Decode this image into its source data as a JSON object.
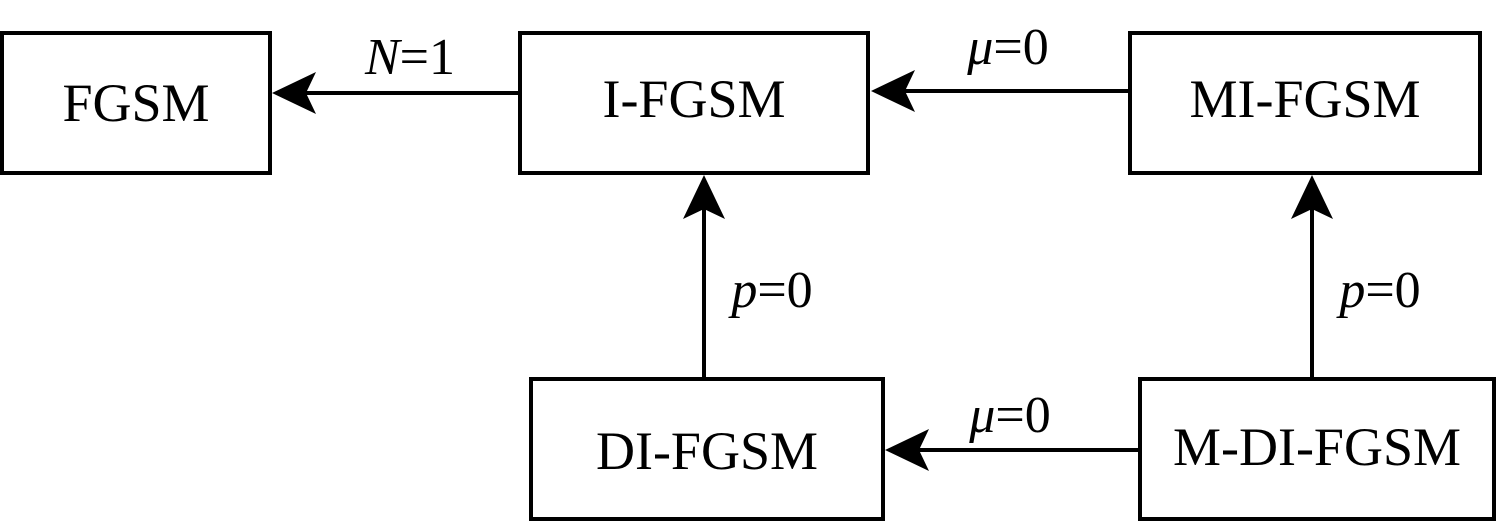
{
  "nodes": {
    "fgsm": "FGSM",
    "i_fgsm": "I-FGSM",
    "mi_fgsm": "MI-FGSM",
    "di_fgsm": "DI-FGSM",
    "m_di_fgsm": "M-DI-FGSM"
  },
  "edges": {
    "i_to_fgsm": {
      "var": "N",
      "rest": "=1"
    },
    "mi_to_i": {
      "var": "μ",
      "rest": "=0"
    },
    "di_to_i": {
      "var": "p",
      "rest": "=0"
    },
    "mdi_to_mi": {
      "var": "p",
      "rest": "=0"
    },
    "mdi_to_di": {
      "var": "μ",
      "rest": "=0"
    }
  }
}
